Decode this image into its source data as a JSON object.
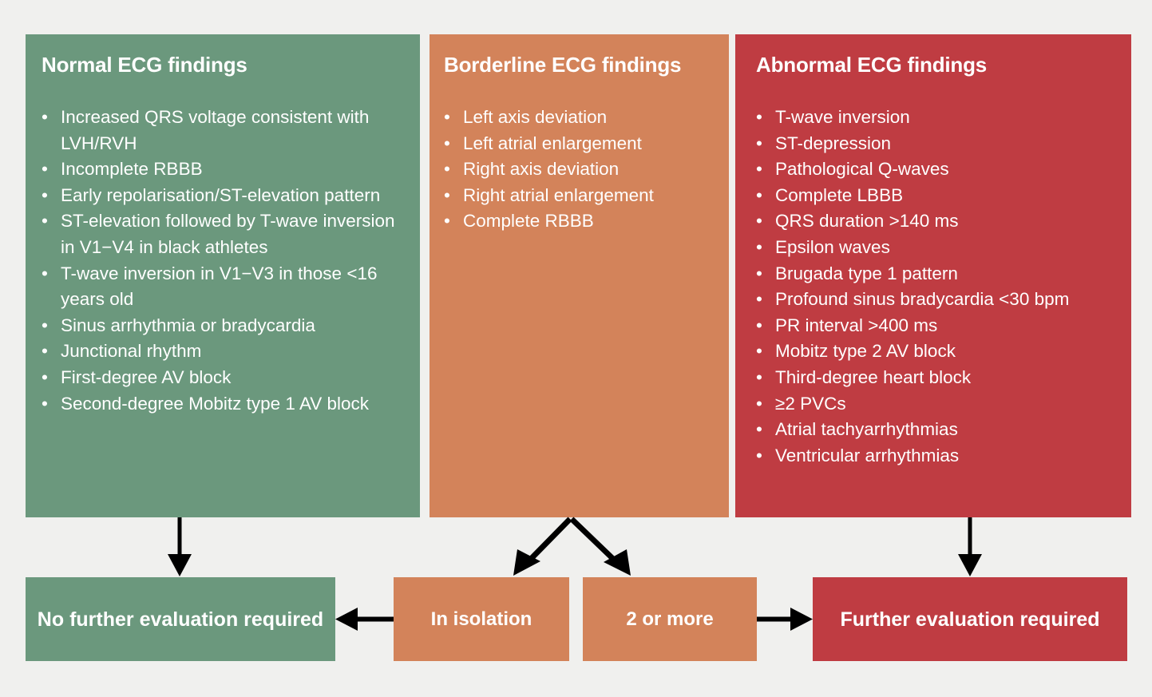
{
  "chart_data": {
    "type": "diagram",
    "title": "ECG findings classification and evaluation pathway",
    "layout": "three-column flowchart with outcome row"
  },
  "columns": [
    {
      "id": "normal",
      "title": "Normal ECG findings",
      "color": "#6B987D",
      "items": [
        "Increased QRS voltage consistent with LVH/RVH",
        "Incomplete RBBB",
        "Early repolarisation/ST-elevation pattern",
        "ST-elevation followed by T-wave inversion in V1−V4 in black athletes",
        "T-wave inversion in V1−V3 in those <16 years old",
        "Sinus arrhythmia or bradycardia",
        "Junctional rhythm",
        "First-degree AV block",
        "Second-degree Mobitz type 1 AV block"
      ]
    },
    {
      "id": "borderline",
      "title": "Borderline ECG findings",
      "color": "#D3835A",
      "items": [
        "Left axis deviation",
        "Left atrial enlargement",
        "Right axis deviation",
        "Right atrial enlargement",
        "Complete RBBB"
      ]
    },
    {
      "id": "abnormal",
      "title": "Abnormal ECG findings",
      "color": "#BF3C42",
      "items": [
        "T-wave inversion",
        "ST-depression",
        "Pathological Q-waves",
        "Complete LBBB",
        "QRS duration >140 ms",
        "Epsilon waves",
        "Brugada type 1 pattern",
        "Profound sinus bradycardia <30 bpm",
        "PR interval >400 ms",
        "Mobitz type 2 AV block",
        "Third-degree heart block",
        "≥2 PVCs",
        "Atrial tachyarrhythmias",
        "Ventricular arrhythmias"
      ]
    }
  ],
  "outcomes": {
    "no_further": "No further evaluation required",
    "in_isolation": "In isolation",
    "two_or_more": "2 or more",
    "further": "Further evaluation required"
  },
  "colors": {
    "normal": "#6B987D",
    "borderline": "#D3835A",
    "abnormal": "#BF3C42",
    "background": "#F0F0EE",
    "text_on_panel": "#FFFFFF",
    "arrow": "#000000"
  }
}
